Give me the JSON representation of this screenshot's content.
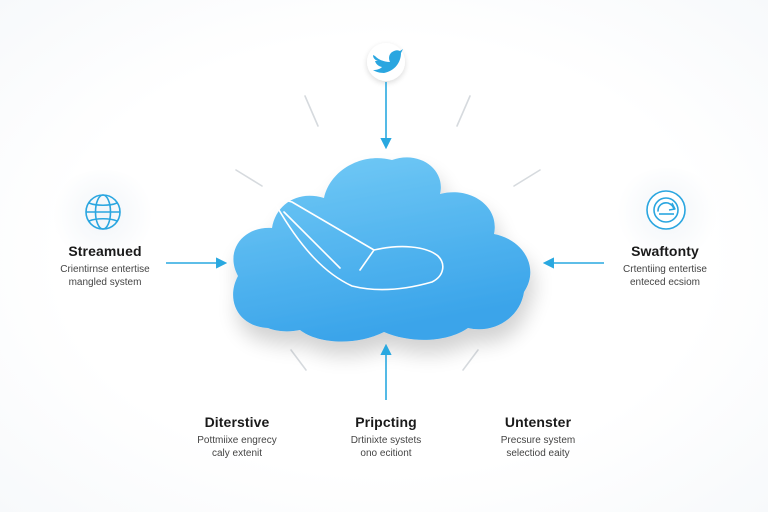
{
  "nodes": {
    "left": {
      "title": "Streamued",
      "line1": "Crientirnse entertise",
      "line2": "mangled system"
    },
    "right": {
      "title": "Swaftonty",
      "line1": "Crtentiing entertise",
      "line2": "enteced ecsiom"
    },
    "bottom_left": {
      "title": "Diterstive",
      "line1": "Pottmiixe engrecy",
      "line2": "caly extenit"
    },
    "bottom_center": {
      "title": "Pripcting",
      "line1": "Drtinixte systets",
      "line2": "ono ecitiont"
    },
    "bottom_right": {
      "title": "Untenster",
      "line1": "Precsure system",
      "line2": "selectiod eaity"
    }
  },
  "icons": {
    "top": "bird-icon",
    "left": "globe-icon",
    "right": "refresh-icon",
    "center": "airplane-icon"
  },
  "colors": {
    "accent": "#29a8e0",
    "cloud_top": "#6cc6f4",
    "cloud_bottom": "#3aa6ea",
    "ray": "#d4d8dc"
  }
}
